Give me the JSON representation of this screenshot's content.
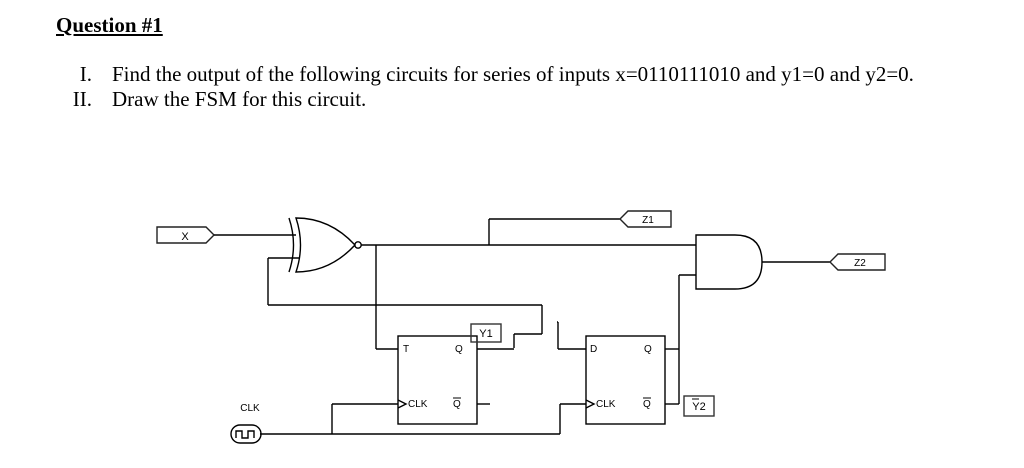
{
  "heading": "Question #1",
  "questions": [
    {
      "num": "I.",
      "text": "Find the output of the following circuits for series of inputs x=0110111010 and y1=0 and y2=0."
    },
    {
      "num": "II.",
      "text": "Draw the FSM for this circuit."
    }
  ],
  "circuit": {
    "input_x": "X",
    "clk_label": "CLK",
    "output_z1": "Z1",
    "output_z2": "Z2",
    "ff1": {
      "input": "T",
      "q": "Q",
      "qbar": "Q",
      "clk": "CLK"
    },
    "ff2": {
      "input": "D",
      "q": "Q",
      "qbar": "Q",
      "clk": "CLK"
    },
    "label_y1": "Y1",
    "label_y2": "Y2"
  }
}
